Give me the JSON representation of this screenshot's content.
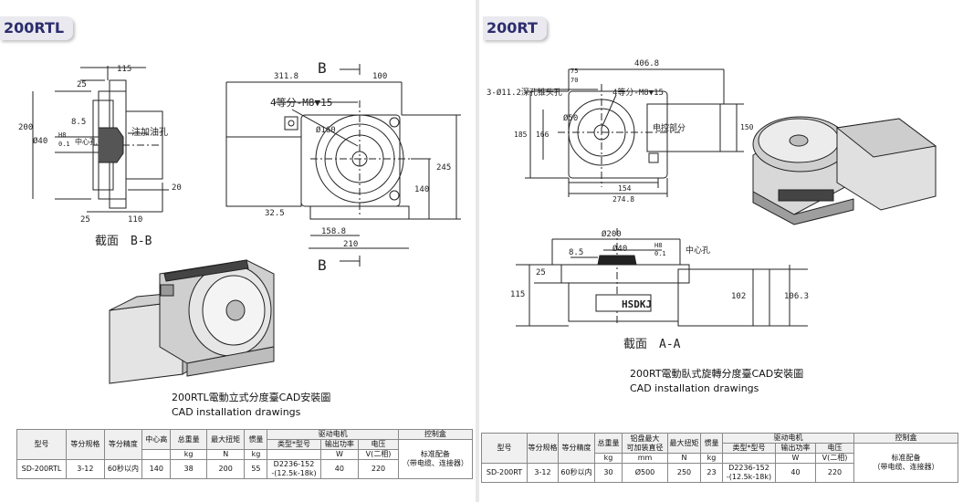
{
  "left": {
    "model_tag": "200RTL",
    "section_label": "截面　B-B",
    "cut_mark_top": "B",
    "cut_mark_bottom": "B",
    "note_bolt": "4等分-M8▼15",
    "note_oil": "注加油孔",
    "note_center": "中心孔",
    "dims": {
      "d115": "115",
      "d25a": "25",
      "d200": "200",
      "d8_5": "8.5",
      "d40": "Ø40",
      "h8": "H8",
      "d01": "0.1",
      "d20": "20",
      "d25b": "25",
      "d110": "110",
      "d311": "311.8",
      "d100": "100",
      "d160": "Ø160",
      "d245": "245",
      "d140": "140",
      "d32": "32.5",
      "d158": "158.8",
      "d210": "210"
    },
    "caption_cn": "200RTL電動立式分度臺CAD安裝圖",
    "caption_en": "CAD installation drawings",
    "table": {
      "h_model": "型号",
      "h_div": "等分规格",
      "h_acc": "等分精度",
      "h_center": "中心高",
      "h_weight": "总重量",
      "h_torque": "最大扭矩",
      "h_inertia": "惯量",
      "h_motor": "驱动电机",
      "h_ctrl": "控制盒",
      "h_type": "类型*型号",
      "h_power": "输出功率",
      "h_volt": "电压",
      "u_kg": "kg",
      "u_n": "N",
      "u_kg2": "kg",
      "u_w": "W",
      "u_v": "V(二相)",
      "ctrl_1": "标准配备",
      "ctrl_2": "（带电缆、连接器）",
      "model": "SD-200RTL",
      "div": "3-12",
      "acc": "60秒以内",
      "center": "140",
      "weight": "38",
      "torque": "200",
      "inertia": "55",
      "motor_type_1": "D2236-152",
      "motor_type_2": "-(12.5k-18k)",
      "power": "40",
      "volt": "220"
    }
  },
  "right": {
    "model_tag": "200RT",
    "section_label": "截面　A-A",
    "note_hole": "3-Ø11.2深孔锥头孔",
    "note_bolt": "4等分-M8▼15",
    "note_ctrl": "电控部分",
    "note_center": "中心孔",
    "dims": {
      "d406": "406.8",
      "d70": "70",
      "d75": "75",
      "d50": "Ø50",
      "d185": "185",
      "d166": "166",
      "d150": "150",
      "d154": "154",
      "d274": "274.8",
      "d200": "Ø200",
      "d40": "Ø40",
      "h8": "H8",
      "d01": "0.1",
      "d8_5": "8.5",
      "d25": "25",
      "d115": "115",
      "d102": "102",
      "d106": "106.3"
    },
    "brand": "HSDKJ",
    "caption_cn": "200RT電動臥式旋轉分度臺CAD安裝圖",
    "caption_en": "CAD installation drawings",
    "table": {
      "h_model": "型号",
      "h_div": "等分规格",
      "h_acc": "等分精度",
      "h_weight": "总重量",
      "h_dia_1": "铝盘最大",
      "h_dia_2": "可加装直径",
      "h_torque": "最大扭矩",
      "h_inertia": "惯量",
      "h_motor": "驱动电机",
      "h_ctrl": "控制盒",
      "h_type": "类型*型号",
      "h_power": "输出功率",
      "h_volt": "电压",
      "u_kg": "kg",
      "u_mm": "mm",
      "u_n": "N",
      "u_kg2": "kg",
      "u_w": "W",
      "u_v": "V(二相)",
      "ctrl_1": "标准配备",
      "ctrl_2": "（带电缆、连接器）",
      "model": "SD-200RT",
      "div": "3-12",
      "acc": "60秒以内",
      "weight": "30",
      "dia": "Ø500",
      "torque": "250",
      "inertia": "23",
      "motor_type_1": "D2236-152",
      "motor_type_2": "-(12.5k-18k)",
      "power": "40",
      "volt": "220"
    }
  }
}
